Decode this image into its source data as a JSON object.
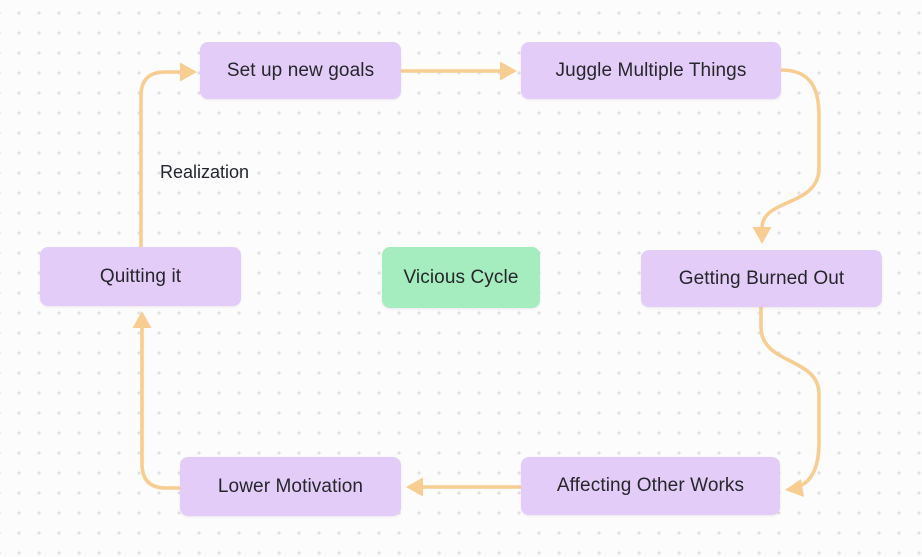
{
  "diagram": {
    "center_label": {
      "label": "Vicious Cycle"
    },
    "edge_label": {
      "label": "Realization"
    },
    "nodes": [
      {
        "id": "set-up-new-goals",
        "label": "Set up new goals"
      },
      {
        "id": "juggle-multiple-things",
        "label": "Juggle Multiple Things"
      },
      {
        "id": "getting-burned-out",
        "label": "Getting Burned Out"
      },
      {
        "id": "affecting-other-works",
        "label": "Affecting Other Works"
      },
      {
        "id": "lower-motivation",
        "label": "Lower Motivation"
      },
      {
        "id": "quitting-it",
        "label": "Quitting it"
      }
    ],
    "edges": [
      {
        "from": "Set up new goals",
        "to": "Juggle Multiple Things",
        "label": ""
      },
      {
        "from": "Juggle Multiple Things",
        "to": "Getting Burned Out",
        "label": ""
      },
      {
        "from": "Getting Burned Out",
        "to": "Affecting Other Works",
        "label": ""
      },
      {
        "from": "Affecting Other Works",
        "to": "Lower Motivation",
        "label": ""
      },
      {
        "from": "Lower Motivation",
        "to": "Quitting it",
        "label": ""
      },
      {
        "from": "Quitting it",
        "to": "Set up new goals",
        "label": "Realization"
      }
    ],
    "colors": {
      "node_fill": "#e3cdf8",
      "center_fill": "#a5ecbf",
      "arrow": "#f8cd92",
      "text": "#26262c",
      "background": "#fcfcfc",
      "grid_dot": "#e1e1e3"
    }
  }
}
